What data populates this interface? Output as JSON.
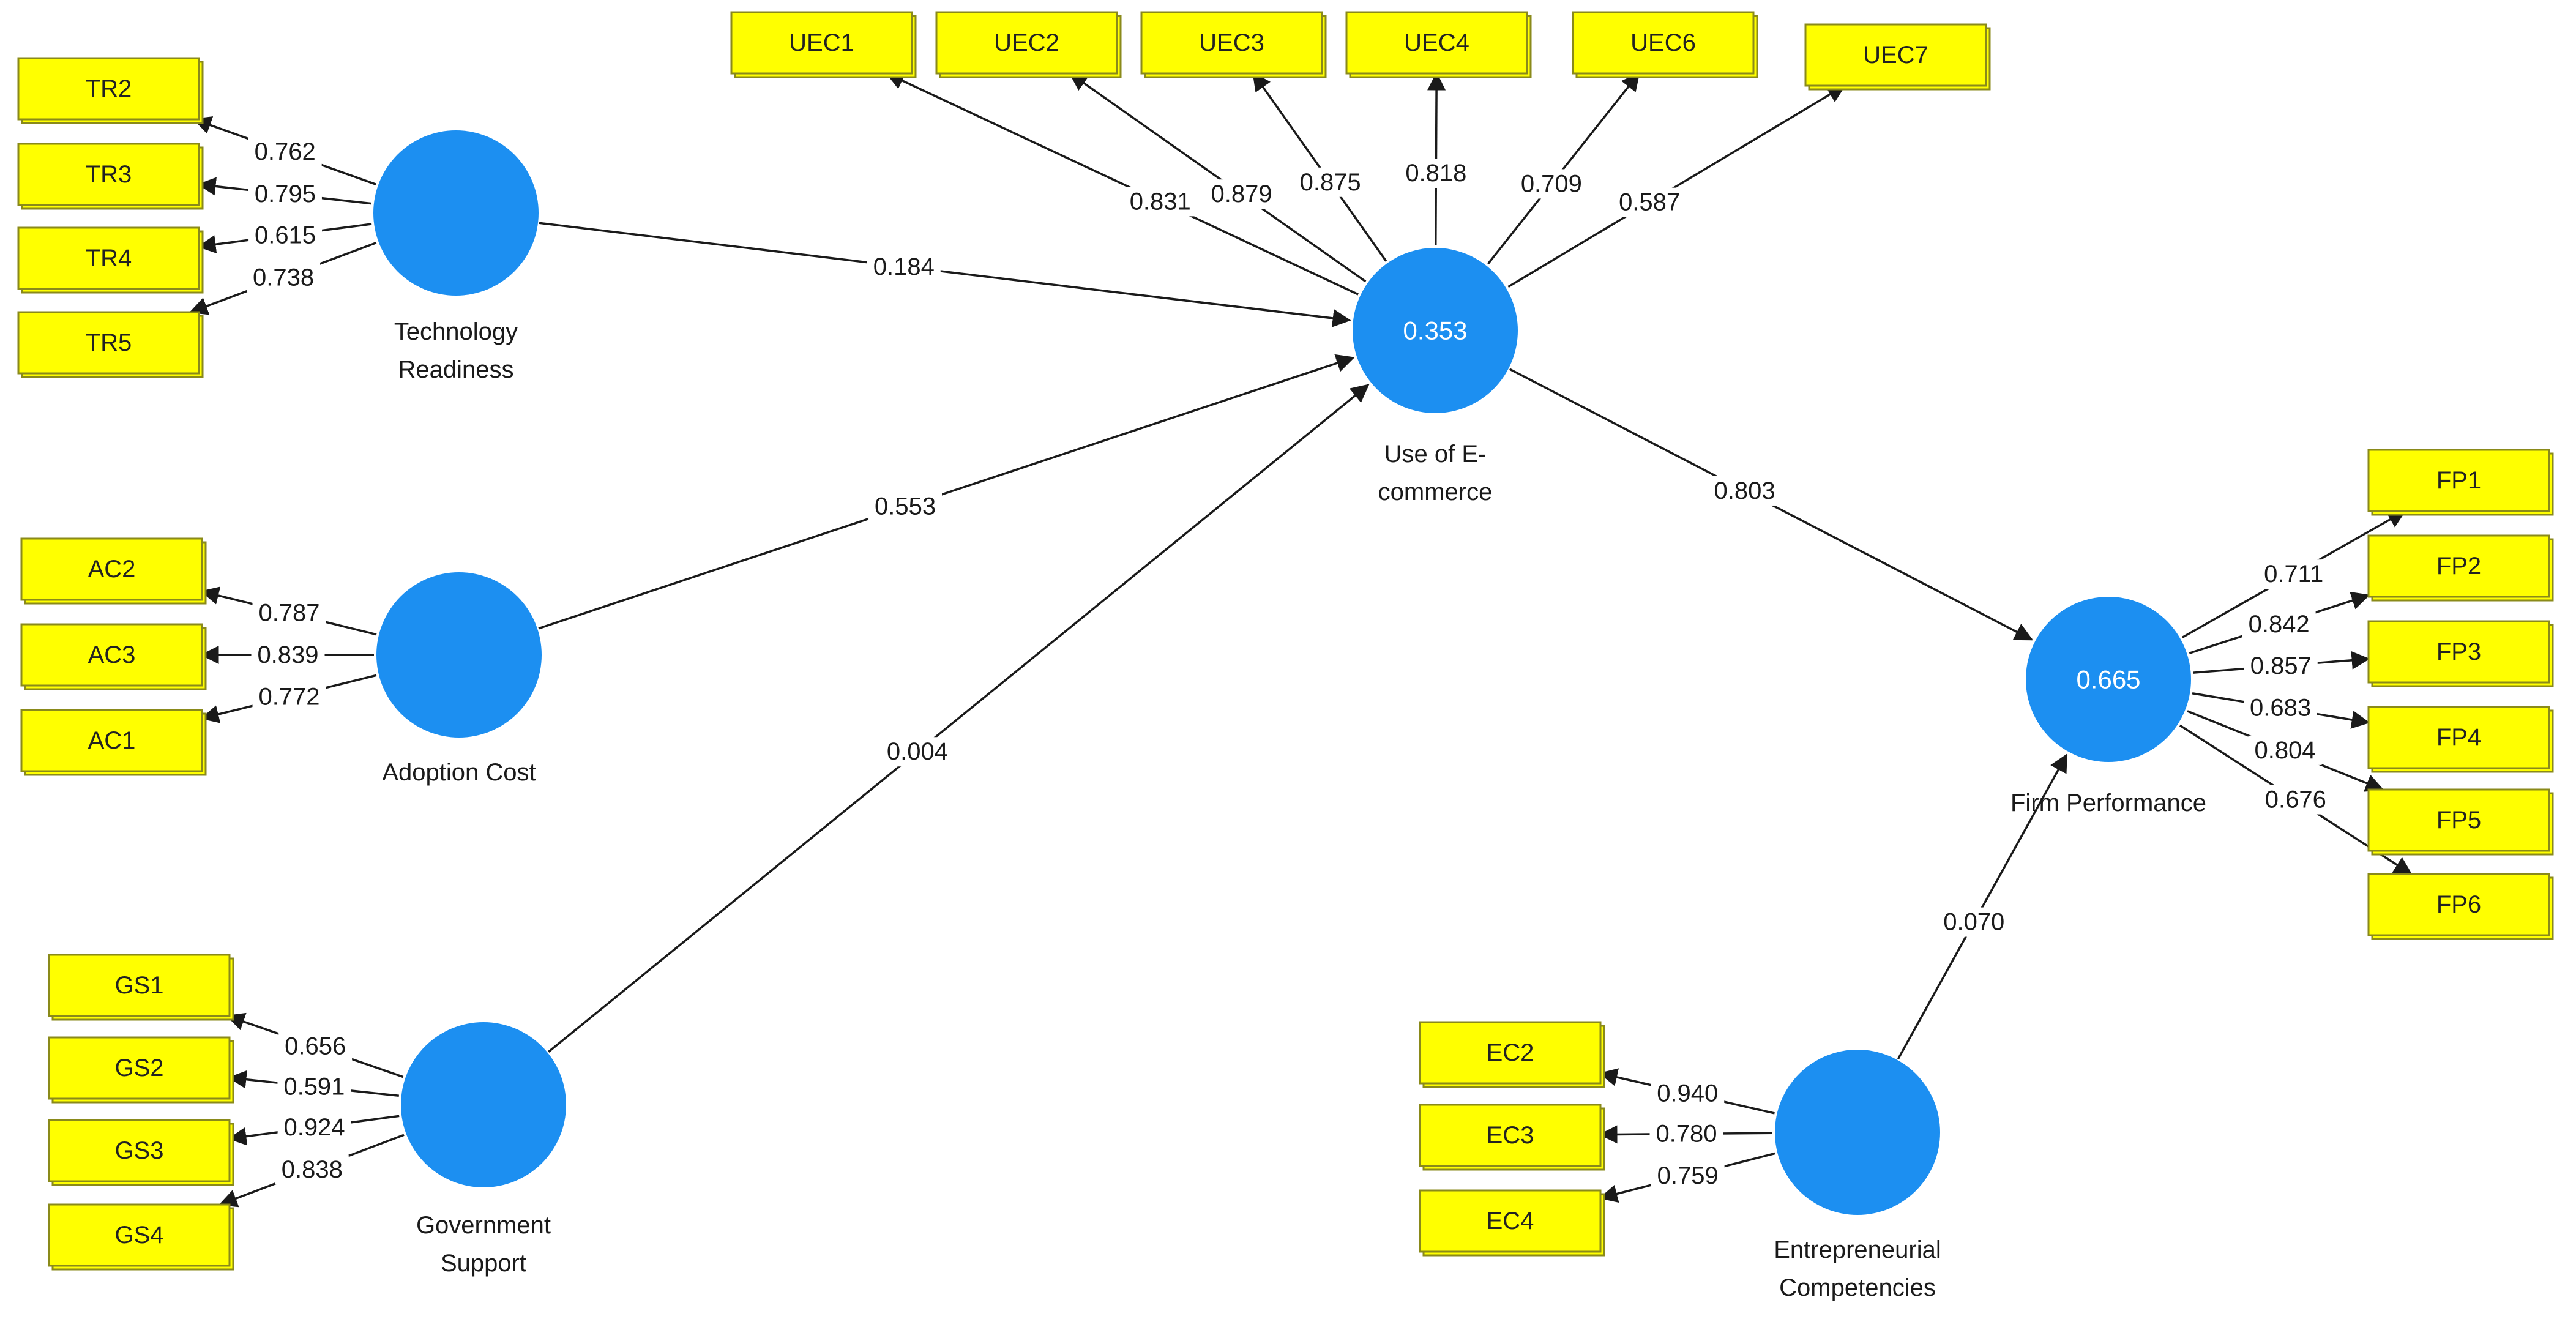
{
  "colors": {
    "indicator_fill": "#ffff00",
    "construct_fill": "#1c8ff1",
    "line": "#1a1a1a"
  },
  "constructs": {
    "tr": {
      "name_lines": [
        "Technology",
        "Readiness"
      ],
      "r2": ""
    },
    "ac": {
      "name_lines": [
        "Adoption Cost"
      ],
      "r2": ""
    },
    "gs": {
      "name_lines": [
        "Government",
        "Support"
      ],
      "r2": ""
    },
    "uec": {
      "name_lines": [
        "Use of E-",
        "commerce"
      ],
      "r2": "0.353"
    },
    "fp": {
      "name_lines": [
        "Firm Performance"
      ],
      "r2": "0.665"
    },
    "ec": {
      "name_lines": [
        "Entrepreneurial",
        "Competencies"
      ],
      "r2": ""
    }
  },
  "indicators": {
    "tr": [
      {
        "label": "TR2",
        "loading": "0.762"
      },
      {
        "label": "TR3",
        "loading": "0.795"
      },
      {
        "label": "TR4",
        "loading": "0.615"
      },
      {
        "label": "TR5",
        "loading": "0.738"
      }
    ],
    "ac": [
      {
        "label": "AC2",
        "loading": "0.787"
      },
      {
        "label": "AC3",
        "loading": "0.839"
      },
      {
        "label": "AC1",
        "loading": "0.772"
      }
    ],
    "gs": [
      {
        "label": "GS1",
        "loading": "0.656"
      },
      {
        "label": "GS2",
        "loading": "0.591"
      },
      {
        "label": "GS3",
        "loading": "0.924"
      },
      {
        "label": "GS4",
        "loading": "0.838"
      }
    ],
    "uec": [
      {
        "label": "UEC1",
        "loading": "0.831"
      },
      {
        "label": "UEC2",
        "loading": "0.879"
      },
      {
        "label": "UEC3",
        "loading": "0.875"
      },
      {
        "label": "UEC4",
        "loading": "0.818"
      },
      {
        "label": "UEC6",
        "loading": "0.709"
      },
      {
        "label": "UEC7",
        "loading": "0.587"
      }
    ],
    "fp": [
      {
        "label": "FP1",
        "loading": "0.711"
      },
      {
        "label": "FP2",
        "loading": "0.842"
      },
      {
        "label": "FP3",
        "loading": "0.857"
      },
      {
        "label": "FP4",
        "loading": "0.683"
      },
      {
        "label": "FP5",
        "loading": "0.804"
      },
      {
        "label": "FP6",
        "loading": "0.676"
      }
    ],
    "ec": [
      {
        "label": "EC2",
        "loading": "0.940"
      },
      {
        "label": "EC3",
        "loading": "0.780"
      },
      {
        "label": "EC4",
        "loading": "0.759"
      }
    ]
  },
  "paths": [
    {
      "from": "tr",
      "to": "uec",
      "coefficient": "0.184"
    },
    {
      "from": "ac",
      "to": "uec",
      "coefficient": "0.553"
    },
    {
      "from": "gs",
      "to": "uec",
      "coefficient": "0.004"
    },
    {
      "from": "uec",
      "to": "fp",
      "coefficient": "0.803"
    },
    {
      "from": "ec",
      "to": "fp",
      "coefficient": "0.070"
    }
  ]
}
